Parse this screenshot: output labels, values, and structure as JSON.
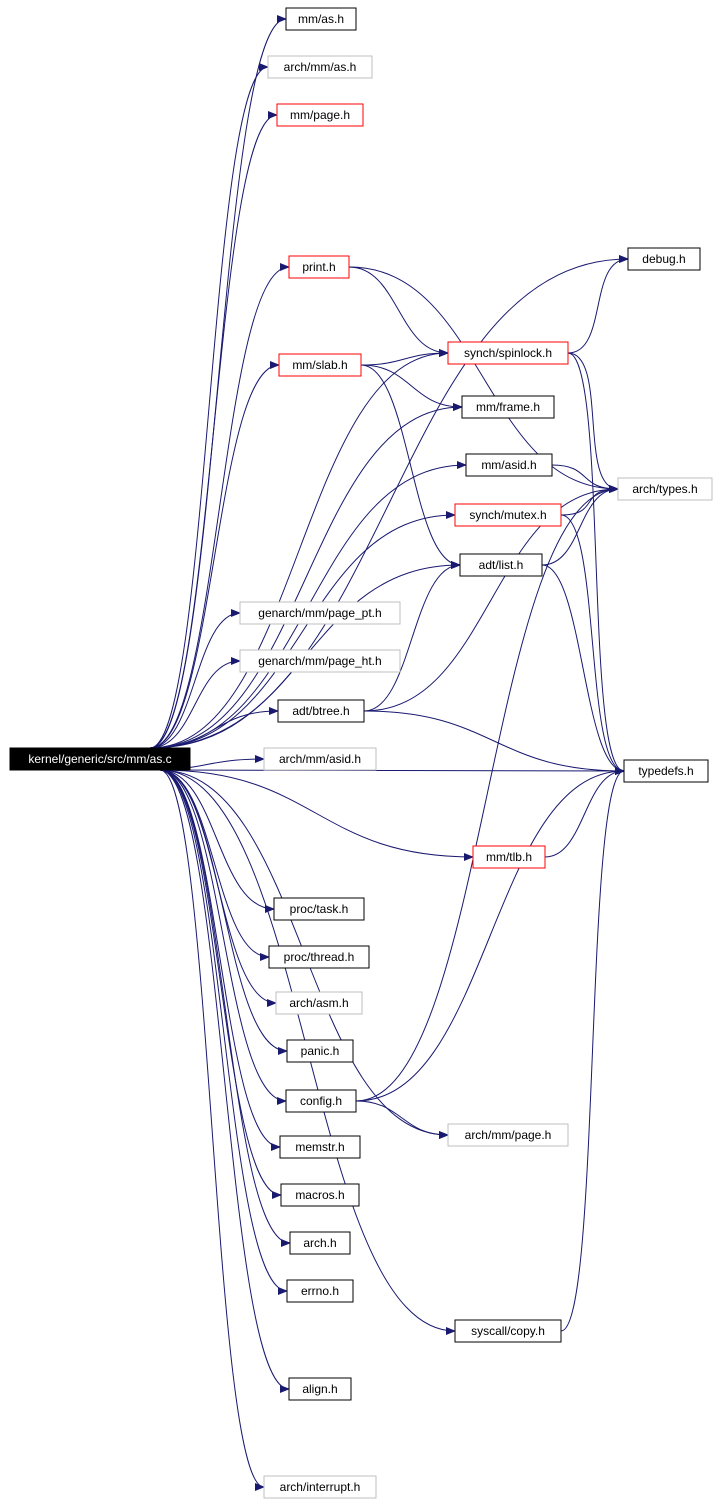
{
  "colors": {
    "edge": "#191970",
    "border_default": "#000000",
    "border_incomplete": "#ff0000",
    "border_external": "#bfbfbf",
    "root_fill": "#000000",
    "root_text": "#ffffff"
  },
  "nodes": [
    {
      "id": "root",
      "label": "kernel/generic/src/mm/as.c",
      "style": "root"
    },
    {
      "id": "mm_as",
      "label": "mm/as.h",
      "style": "default"
    },
    {
      "id": "arch_mm_as",
      "label": "arch/mm/as.h",
      "style": "external"
    },
    {
      "id": "mm_page",
      "label": "mm/page.h",
      "style": "incomplete"
    },
    {
      "id": "debug",
      "label": "debug.h",
      "style": "default"
    },
    {
      "id": "print",
      "label": "print.h",
      "style": "incomplete"
    },
    {
      "id": "spinlock",
      "label": "synch/spinlock.h",
      "style": "incomplete"
    },
    {
      "id": "slab",
      "label": "mm/slab.h",
      "style": "incomplete"
    },
    {
      "id": "frame",
      "label": "mm/frame.h",
      "style": "default"
    },
    {
      "id": "asid",
      "label": "mm/asid.h",
      "style": "default"
    },
    {
      "id": "arch_types",
      "label": "arch/types.h",
      "style": "external"
    },
    {
      "id": "mutex",
      "label": "synch/mutex.h",
      "style": "incomplete"
    },
    {
      "id": "list",
      "label": "adt/list.h",
      "style": "default"
    },
    {
      "id": "page_pt",
      "label": "genarch/mm/page_pt.h",
      "style": "external"
    },
    {
      "id": "page_ht",
      "label": "genarch/mm/page_ht.h",
      "style": "external"
    },
    {
      "id": "btree",
      "label": "adt/btree.h",
      "style": "default"
    },
    {
      "id": "arch_asid",
      "label": "arch/mm/asid.h",
      "style": "external"
    },
    {
      "id": "typedefs",
      "label": "typedefs.h",
      "style": "default"
    },
    {
      "id": "tlb",
      "label": "mm/tlb.h",
      "style": "incomplete"
    },
    {
      "id": "task",
      "label": "proc/task.h",
      "style": "default"
    },
    {
      "id": "thread",
      "label": "proc/thread.h",
      "style": "default"
    },
    {
      "id": "arch_asm",
      "label": "arch/asm.h",
      "style": "external"
    },
    {
      "id": "panic",
      "label": "panic.h",
      "style": "default"
    },
    {
      "id": "config",
      "label": "config.h",
      "style": "default"
    },
    {
      "id": "arch_mm_page",
      "label": "arch/mm/page.h",
      "style": "external"
    },
    {
      "id": "memstr",
      "label": "memstr.h",
      "style": "default"
    },
    {
      "id": "macros",
      "label": "macros.h",
      "style": "default"
    },
    {
      "id": "arch",
      "label": "arch.h",
      "style": "default"
    },
    {
      "id": "errno",
      "label": "errno.h",
      "style": "default"
    },
    {
      "id": "syscall_copy",
      "label": "syscall/copy.h",
      "style": "default"
    },
    {
      "id": "align",
      "label": "align.h",
      "style": "default"
    },
    {
      "id": "arch_interrupt",
      "label": "arch/interrupt.h",
      "style": "external"
    }
  ],
  "edges": [
    [
      "root",
      "mm_as"
    ],
    [
      "root",
      "arch_mm_as"
    ],
    [
      "root",
      "mm_page"
    ],
    [
      "root",
      "debug"
    ],
    [
      "root",
      "print"
    ],
    [
      "root",
      "spinlock"
    ],
    [
      "root",
      "slab"
    ],
    [
      "root",
      "frame"
    ],
    [
      "root",
      "asid"
    ],
    [
      "root",
      "mutex"
    ],
    [
      "root",
      "list"
    ],
    [
      "root",
      "page_pt"
    ],
    [
      "root",
      "page_ht"
    ],
    [
      "root",
      "btree"
    ],
    [
      "root",
      "arch_asid"
    ],
    [
      "root",
      "typedefs"
    ],
    [
      "root",
      "tlb"
    ],
    [
      "root",
      "task"
    ],
    [
      "root",
      "thread"
    ],
    [
      "root",
      "arch_asm"
    ],
    [
      "root",
      "panic"
    ],
    [
      "root",
      "config"
    ],
    [
      "root",
      "arch_mm_page"
    ],
    [
      "root",
      "memstr"
    ],
    [
      "root",
      "macros"
    ],
    [
      "root",
      "arch"
    ],
    [
      "root",
      "errno"
    ],
    [
      "root",
      "syscall_copy"
    ],
    [
      "root",
      "align"
    ],
    [
      "root",
      "arch_interrupt"
    ],
    [
      "print",
      "spinlock"
    ],
    [
      "print",
      "arch_types"
    ],
    [
      "spinlock",
      "debug"
    ],
    [
      "spinlock",
      "arch_types"
    ],
    [
      "spinlock",
      "typedefs"
    ],
    [
      "slab",
      "spinlock"
    ],
    [
      "slab",
      "frame"
    ],
    [
      "slab",
      "list"
    ],
    [
      "asid",
      "arch_types"
    ],
    [
      "mutex",
      "arch_types"
    ],
    [
      "mutex",
      "typedefs"
    ],
    [
      "list",
      "arch_types"
    ],
    [
      "list",
      "typedefs"
    ],
    [
      "btree",
      "list"
    ],
    [
      "btree",
      "arch_types"
    ],
    [
      "btree",
      "typedefs"
    ],
    [
      "tlb",
      "typedefs"
    ],
    [
      "config",
      "arch_mm_page"
    ],
    [
      "config",
      "arch_types"
    ],
    [
      "config",
      "typedefs"
    ],
    [
      "syscall_copy",
      "typedefs"
    ]
  ]
}
